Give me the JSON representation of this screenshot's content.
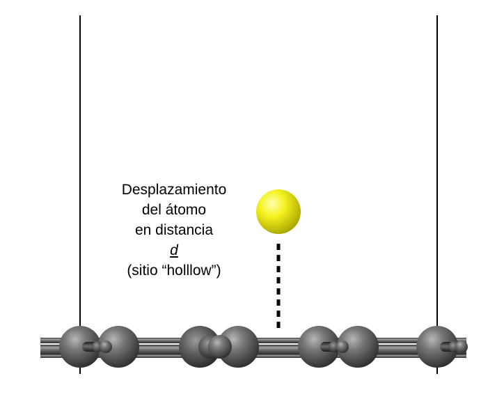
{
  "annotation": {
    "line1": "Desplazamiento",
    "line2": "del átomo",
    "line3": "en distancia",
    "variable": "d",
    "line5": "(sitio “holllow”)"
  },
  "colors": {
    "background": "#ffffff",
    "cell_boundary": "#000000",
    "adatom": "#f2f01a",
    "adatom_highlight": "#ffff99",
    "surface_atom": "#595959",
    "surface_atom_highlight": "#b5b5b5",
    "bond": "#6b6b6b",
    "displacement_marker": "#000000"
  },
  "structure": {
    "adatom_color_name": "yellow",
    "surface_atom_color_name": "gray",
    "displacement_style": "dashed-vertical-line",
    "surface_atom_count": 7
  }
}
